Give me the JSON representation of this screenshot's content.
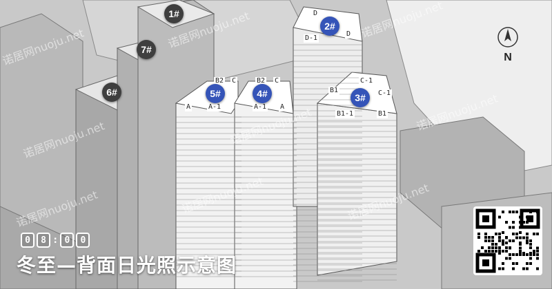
{
  "buildings": {
    "markers": [
      {
        "label": "1#",
        "style": "dark"
      },
      {
        "label": "7#",
        "style": "dark"
      },
      {
        "label": "6#",
        "style": "dark"
      },
      {
        "label": "2#",
        "style": "blue"
      },
      {
        "label": "5#",
        "style": "blue"
      },
      {
        "label": "4#",
        "style": "blue"
      },
      {
        "label": "3#",
        "style": "blue"
      }
    ],
    "unit_labels": [
      "A",
      "A-1",
      "B2",
      "C",
      "B2",
      "C",
      "A-1",
      "A",
      "D",
      "D-1",
      "D",
      "C-1",
      "C-1",
      "B1",
      "B1",
      "B1-1"
    ]
  },
  "compass": {
    "label": "N"
  },
  "time": {
    "digits": [
      "0",
      "8",
      "0",
      "0"
    ]
  },
  "caption": "冬至—背面日光照示意图",
  "watermark": "诺居网nuoju.net",
  "colors": {
    "marker_dark": "#3f3f3f",
    "marker_blue": "#3554b8",
    "background": "#c9c9c9"
  }
}
